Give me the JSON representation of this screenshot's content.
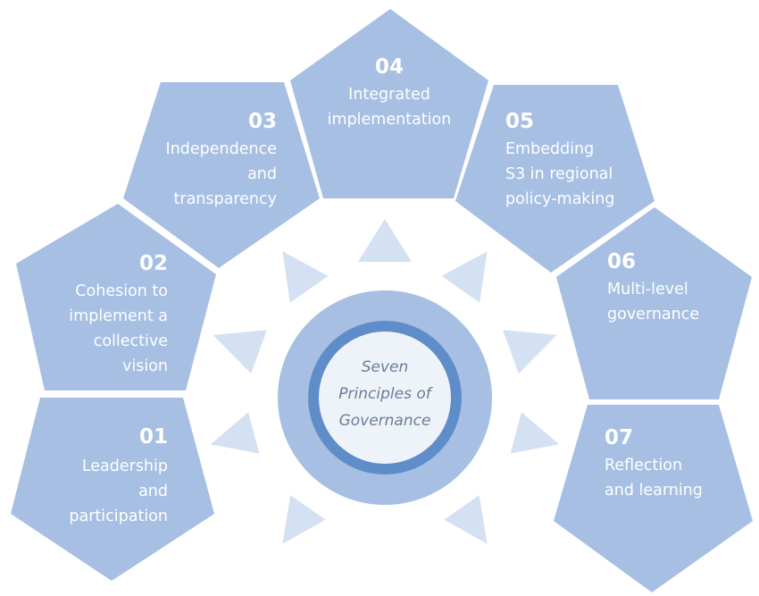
{
  "center": {
    "lines": [
      "Seven",
      "Principles of",
      "Governance"
    ]
  },
  "principles": [
    {
      "number": "01",
      "lines": [
        "Leadership",
        "and",
        "participation"
      ]
    },
    {
      "number": "02",
      "lines": [
        "Cohesion to",
        "implement a",
        "collective",
        "vision"
      ]
    },
    {
      "number": "03",
      "lines": [
        "Independence",
        "and",
        "transparency"
      ]
    },
    {
      "number": "04",
      "lines": [
        "Integrated",
        "implementation"
      ]
    },
    {
      "number": "05",
      "lines": [
        "Embedding",
        "S3 in regional",
        "policy-making"
      ]
    },
    {
      "number": "06",
      "lines": [
        "Multi-level",
        "governance"
      ]
    },
    {
      "number": "07",
      "lines": [
        "Reflection",
        "and learning"
      ]
    }
  ],
  "colors": {
    "pentagon_fill": "#a6bfe3",
    "triangle_fill": "#d4e1f3",
    "center_outer": "#a6bfe3",
    "center_ring": "#5f8dc9",
    "center_inner": "#eef3fa",
    "text_white": "#ffffff",
    "center_text": "#6a7d97"
  }
}
